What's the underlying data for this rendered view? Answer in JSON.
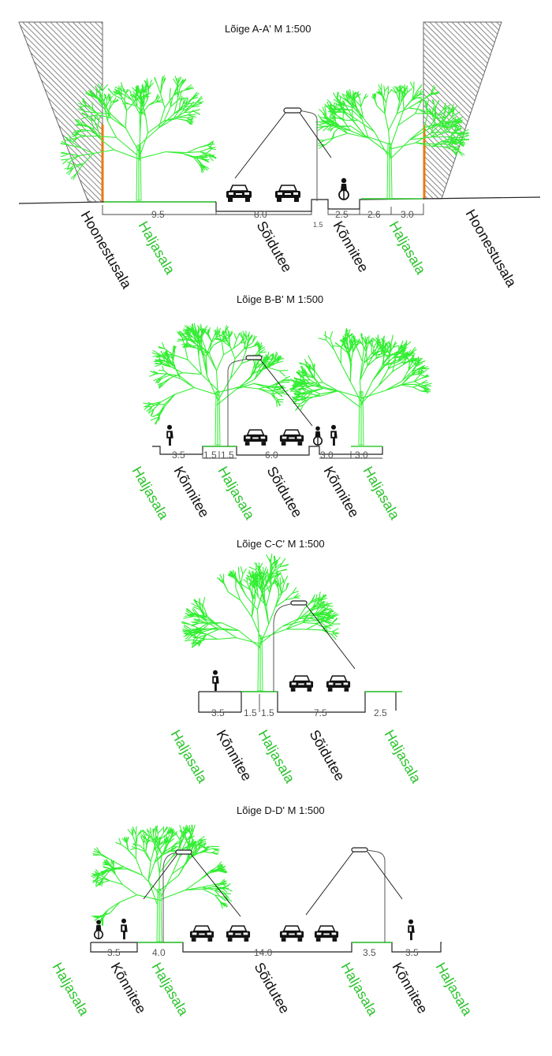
{
  "colors": {
    "green": "#2dc42d",
    "tree": "#33ee33",
    "facade": "#e87a12",
    "text": "#111111",
    "dim": "#555555"
  },
  "sections": [
    {
      "id": "a",
      "title": "Lõige A-A'   M 1:500",
      "dims": [
        "9.5",
        "8.0",
        "1.5",
        "2.5",
        "2.6",
        "3.0"
      ],
      "labels": [
        "Hoonestusala",
        "Haljasala",
        "Sõidutee",
        "Kõnnitee",
        "Haljasala",
        "Hoonestusala"
      ]
    },
    {
      "id": "b",
      "title": "Lõige B-B'   M 1:500",
      "dims": [
        "3.5",
        "1.5",
        "1.5",
        "6.0",
        "3.0",
        "3.0"
      ],
      "labels": [
        "Haljasala",
        "Kõnnitee",
        "Haljasala",
        "Sõidutee",
        "Kõnnitee",
        "Haljasala"
      ]
    },
    {
      "id": "c",
      "title": "Lõige C-C'   M 1:500",
      "dims": [
        "3.5",
        "1.5",
        "1.5",
        "7.5",
        "2.5"
      ],
      "labels": [
        "Haljasala",
        "Kõnnitee",
        "Haljasala",
        "Sõidutee",
        "Haljasala"
      ]
    },
    {
      "id": "d",
      "title": "Lõige D-D'   M 1:500",
      "dims": [
        "3.5",
        "4.0",
        "14.0",
        "3.5",
        "3.5"
      ],
      "labels": [
        "Haljasala",
        "Kõnnitee",
        "Haljasala",
        "Sõidutee",
        "Haljasala",
        "Kõnnitee",
        "Haljasala"
      ]
    }
  ]
}
